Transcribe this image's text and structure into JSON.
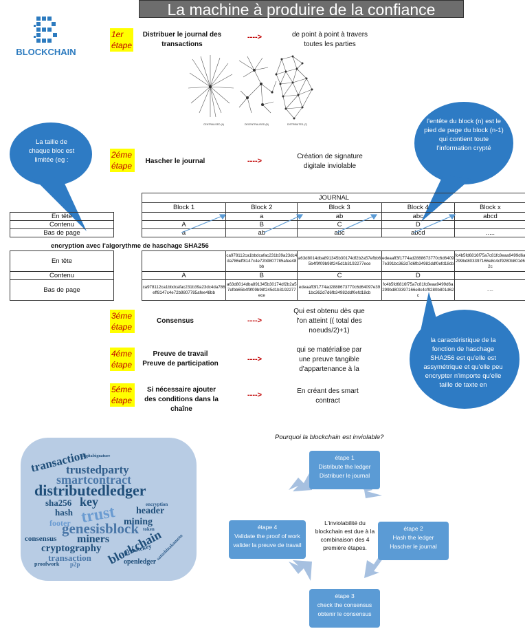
{
  "header": {
    "title": "La machine à produire de la confiance"
  },
  "logo": {
    "text": "BLOCKCHAIN"
  },
  "steps": [
    {
      "label": "1er étape",
      "name": "Distribuer le journal des transactions",
      "arrow": "---->",
      "desc": "de point à point à travers toutes les parties"
    },
    {
      "label": "2éme étape",
      "name": "Hascher le journal",
      "arrow": "---->",
      "desc": "Création de signature digitale inviolable"
    },
    {
      "label": "3éme étape",
      "name": "Consensus",
      "arrow": "---->",
      "desc": "Qui est obtenu dès que l'on atteint (( total des noeuds/2)+1)"
    },
    {
      "label": "4éme étape",
      "name": "Preuve de travail Preuve de participation",
      "arrow": "---->",
      "desc": "qui se matérialise par une preuve tangible d'appartenance à la"
    },
    {
      "label": "5éme étape",
      "name": "Si nécessaire ajouter des conditions dans la chaîne",
      "arrow": "---->",
      "desc": "En créant des smart contract"
    }
  ],
  "network": {
    "labels": [
      "CENTRALISED (A)",
      "DECENTRALISED (B)",
      "DISTRIBUTED (C)"
    ]
  },
  "bubbles": {
    "left": "La taille de chaque bloc est limitée (eg :",
    "right_top": "l'entête du block (n) est le pied de page du block (n-1) qui contient toute l'information crypté",
    "right_bottom": "la caractéristique de la fonction de haschage SHA256 est qu'elle est assymétrique et qu'elle peu encrypter n'importe qu'elle taille de taxte en"
  },
  "journal": {
    "title": "JOURNAL",
    "columns": [
      "Block 1",
      "Block 2",
      "Block 3",
      "Block 4",
      "Block x"
    ],
    "row_labels": [
      "En tête",
      "Contenu",
      "Bas de page"
    ],
    "rows": [
      [
        "",
        "a",
        "ab",
        "abc",
        "abcd"
      ],
      [
        "A",
        "B",
        "C",
        "D",
        ""
      ],
      [
        "a",
        "ab",
        "abc",
        "abcd",
        "....."
      ]
    ]
  },
  "encryption": {
    "caption": "encryption avec l'algorythme de haschage SHA256",
    "row_labels": [
      "En tête",
      "Contenu",
      "Bas de page"
    ],
    "rows": [
      [
        "",
        "ca978112ca1bbdcafac231b39a23dc4da786eff8147c4e72b9807785afee48bb",
        "a63d8014dba891345b30174df2b2a57efbb65b4f9f09b98f245d1b3192277ece",
        "edeaaff3f1774ad2888673770c6d64097e391bc362d7d6fb34982ddf0efd18cb",
        "fc4b5fd6816f75a7c81fc8eaa9499d6a299bd803397166e8c4cf9280b801d62c"
      ],
      [
        "A",
        "B",
        "C",
        "D",
        ""
      ],
      [
        "ca978112ca1bbdcafac231b39a23dc4da786eff8147c4e72b9807785afee48bb",
        "a63d8014dba891345b30174df2b2a57efbb65b4f9f09b98f245d1b3192277ece",
        "edeaaff3f1774ad2888673770c6d64097e391bc362d7d6fb34982ddf0efd18cb",
        "fc4b5fd6816f75a7c81fc8eaa9499d6a299bd803397166e8c4cf9280b801d62c",
        "....."
      ]
    ]
  },
  "wordcloud": {
    "words": [
      "transaction",
      "digitalsignature",
      "trustedparty",
      "smartcontract",
      "distributedledger",
      "sha256",
      "key",
      "encryption",
      "hash",
      "trust",
      "header",
      "mining",
      "token",
      "footer",
      "genesisblock",
      "consensus",
      "miners",
      "blockchain",
      "cryptography",
      "privatekey",
      "transaction",
      "satoshinakamoto",
      "proofwork",
      "p2p",
      "openledger"
    ]
  },
  "cycle": {
    "question": "Pourquoi la blockchain est inviolable?",
    "center": "L'inviolabilité du blockchain est due à la combinaison des 4 première étapes.",
    "boxes": [
      {
        "title": "étape 1",
        "en": "Distribute the ledger",
        "fr": "Distribuer le journal"
      },
      {
        "title": "étape 2",
        "en": "Hash the ledger",
        "fr": "Hascher le journal"
      },
      {
        "title": "étape 3",
        "en": "check the consensus",
        "fr": "obtenir le consensus"
      },
      {
        "title": "étape 4",
        "en": "Validate the proof of work",
        "fr": "valider la preuve de travail"
      }
    ]
  }
}
